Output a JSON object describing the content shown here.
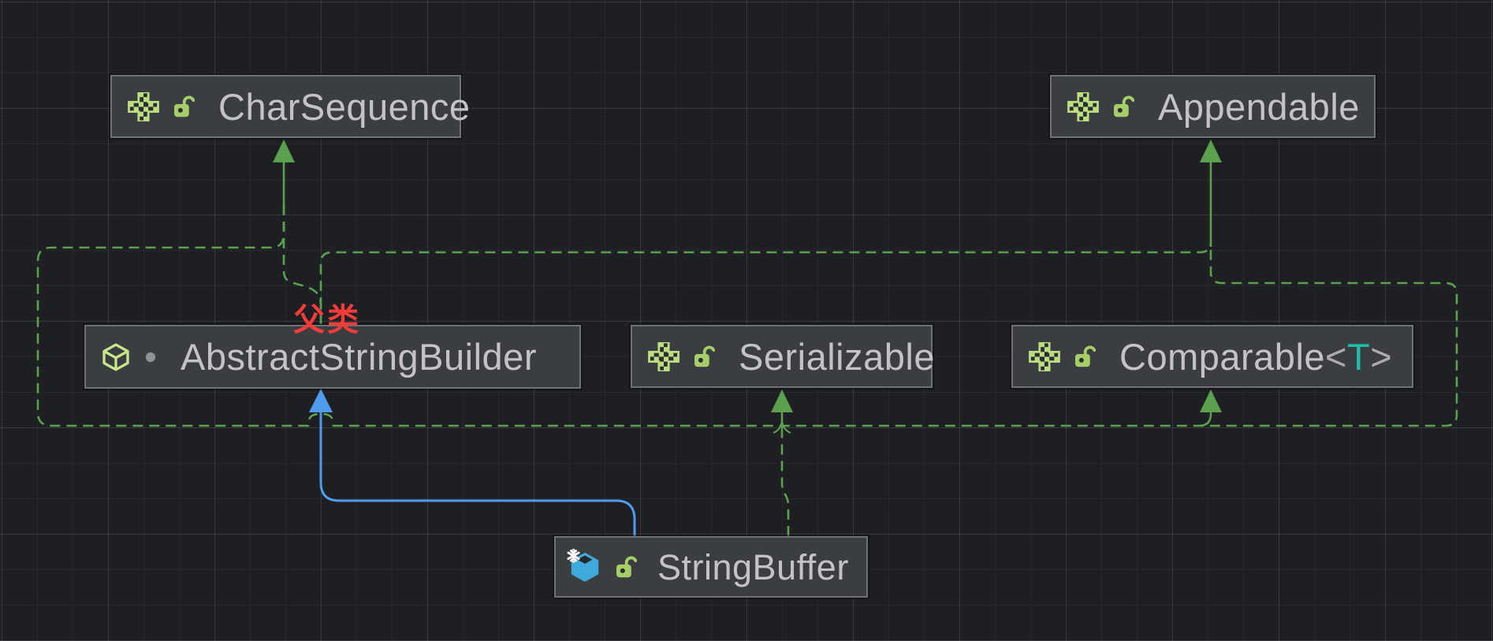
{
  "diagram": {
    "kind": "uml-class-diagram",
    "nodes": [
      {
        "id": "char-sequence",
        "label": "CharSequence",
        "kind": "interface",
        "visibility": "public"
      },
      {
        "id": "appendable",
        "label": "Appendable",
        "kind": "interface",
        "visibility": "public"
      },
      {
        "id": "abstract-string-builder",
        "label": "AbstractStringBuilder",
        "kind": "class",
        "visibility": "package-private"
      },
      {
        "id": "serializable",
        "label": "Serializable",
        "kind": "interface",
        "visibility": "public"
      },
      {
        "id": "comparable",
        "label": "Comparable",
        "generic_open": "<",
        "generic_param": "T",
        "generic_close": ">",
        "kind": "interface",
        "visibility": "public"
      },
      {
        "id": "string-buffer",
        "label": "StringBuffer",
        "kind": "final-class",
        "visibility": "public"
      }
    ],
    "edges": [
      {
        "from": "StringBuffer",
        "to": "AbstractStringBuilder",
        "type": "extends",
        "style": "solid",
        "color": "#4f9cee"
      },
      {
        "from": "StringBuffer",
        "to": "Serializable",
        "type": "implements",
        "style": "dashed",
        "color": "#5aa04e"
      },
      {
        "from": "StringBuffer",
        "to": "CharSequence",
        "type": "implements",
        "style": "dashed",
        "color": "#5aa04e"
      },
      {
        "from": "StringBuffer",
        "to": "Comparable<T>",
        "type": "implements",
        "style": "dashed",
        "color": "#5aa04e"
      },
      {
        "from": "AbstractStringBuilder",
        "to": "CharSequence",
        "type": "implements",
        "style": "dashed",
        "color": "#5aa04e"
      },
      {
        "from": "AbstractStringBuilder",
        "to": "Appendable",
        "type": "implements",
        "style": "dashed",
        "color": "#5aa04e"
      }
    ],
    "annotations": [
      {
        "id": "parent-class-note",
        "text": "父类",
        "color": "#f23b3b"
      }
    ],
    "colors": {
      "background": "#1e1f22",
      "node_fill": "#3b3e40",
      "node_border": "#6f7275",
      "node_text": "#c1c3c6",
      "implements_edge": "#5aa04e",
      "extends_edge": "#4f9cee",
      "interface_icon": "#bcdc82",
      "lock_icon": "#a6cd68",
      "class_icon": "#c9e58b",
      "final_class_icon": "#3fa9dc",
      "generic_type": "#1fbcac",
      "annotation": "#f23b3b"
    }
  }
}
